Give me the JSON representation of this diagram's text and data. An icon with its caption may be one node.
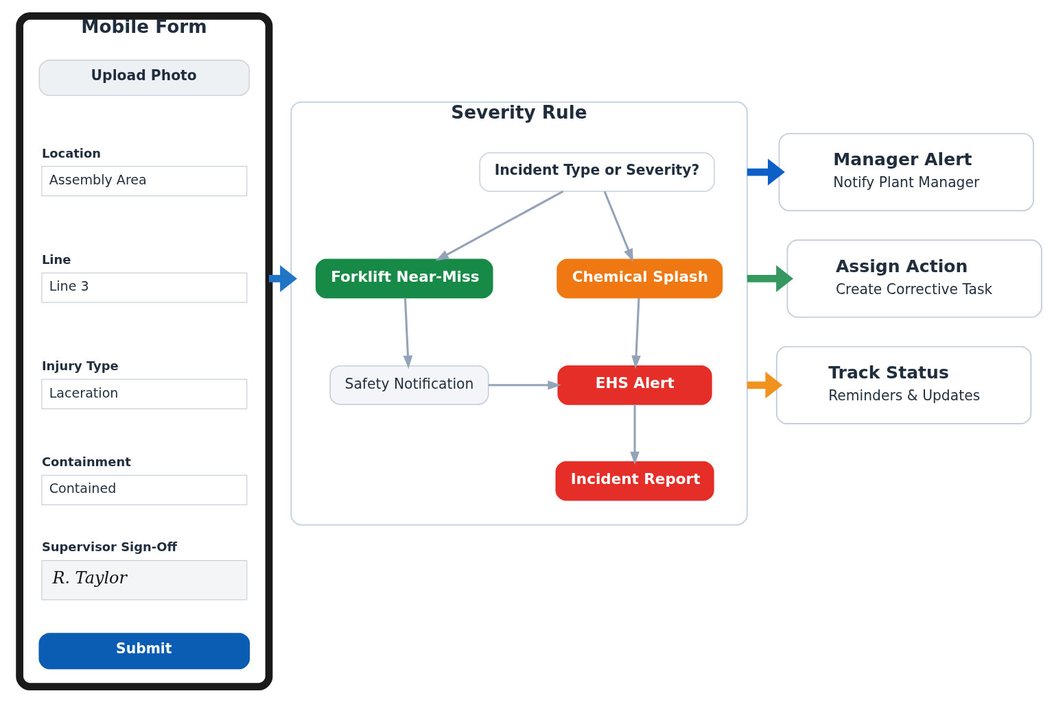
{
  "diagram": {
    "nodes": [
      {
        "text": [
          "Mobile Form"
        ]
      },
      {
        "text": [
          "Upload Photo"
        ],
        "in": 0
      },
      {
        "text": [
          "Location",
          "Assembly Area"
        ],
        "in": 0
      },
      {
        "text": [
          "Line",
          "Line 3"
        ],
        "in": 0
      },
      {
        "text": [
          "Injury Type",
          "Laceration"
        ],
        "in": 0
      },
      {
        "text": [
          "Containment",
          "Contained"
        ],
        "in": 0
      },
      {
        "text": [
          "Supervisor Sign-Off",
          "R. Taylor"
        ],
        "in": 0
      },
      {
        "text": [
          "Submit"
        ],
        "in": 0
      },
      {
        "text": [
          "Severity Rule"
        ]
      },
      {
        "text": [
          "Incident Type or Severity?"
        ],
        "in": 8
      },
      {
        "text": [
          "Forklift Near-Miss"
        ],
        "in": 8
      },
      {
        "text": [
          "Chemical Splash"
        ],
        "in": 8
      },
      {
        "text": [
          "Safety Notification"
        ],
        "in": 8
      },
      {
        "text": [
          "EHS Alert"
        ],
        "in": 8
      },
      {
        "text": [
          "Incident Report"
        ],
        "in": 8
      },
      {
        "text": [
          "Manager Alert",
          "Notify Plant Manager"
        ]
      },
      {
        "text": [
          "Assign Action",
          "Create Corrective Task"
        ]
      },
      {
        "text": [
          "Track Status",
          "Reminders & Updates"
        ]
      }
    ],
    "edges": [
      {
        "from": 0,
        "to": 8,
        "arrow": "to",
        "style": "thick",
        "color": "#1f74c6"
      },
      {
        "from": 9,
        "to": 10,
        "arrow": "to"
      },
      {
        "from": 9,
        "to": 11,
        "arrow": "to"
      },
      {
        "from": 10,
        "to": 12,
        "arrow": "to"
      },
      {
        "from": 11,
        "to": 13,
        "arrow": "to"
      },
      {
        "from": 12,
        "to": 13,
        "arrow": "to"
      },
      {
        "from": 13,
        "to": 14,
        "arrow": "to"
      },
      {
        "from": 8,
        "to": 15,
        "arrow": "to",
        "style": "thick",
        "color": "#0d5fc8"
      },
      {
        "from": 8,
        "to": 16,
        "arrow": "to",
        "style": "thick",
        "color": "#35995f"
      },
      {
        "from": 8,
        "to": 17,
        "arrow": "to",
        "style": "thick",
        "color": "#f0921e"
      }
    ]
  }
}
